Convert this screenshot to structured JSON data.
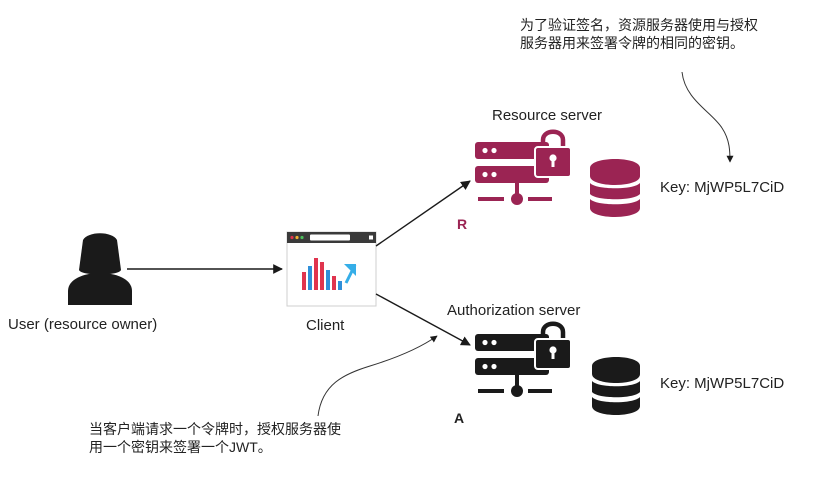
{
  "labels": {
    "user": "User (resource owner)",
    "client": "Client",
    "resource_server": "Resource server",
    "authorization_server": "Authorization server",
    "resource_tag": "R",
    "auth_tag": "A",
    "resource_key": "Key: MjWP5L7CiD",
    "auth_key": "Key: MjWP5L7CiD"
  },
  "annotations": {
    "top_note": "为了验证签名，资源服务器使用与授权\n服务器用来签署令牌的相同的密钥。",
    "bottom_note": "当客户端请求一个令牌时，授权服务器使\n用一个密钥来签署一个JWT。"
  },
  "colors": {
    "resource": "#9b2453",
    "authorization": "#1a1a1a",
    "user": "#1a1a1a",
    "chart_bar_red": "#e0344e",
    "chart_bar_blue": "#2f8fd9",
    "chart_arrow": "#35aee8"
  },
  "icons": {
    "user": "person-silhouette-icon",
    "client": "browser-window-icon",
    "server": "server-lock-icon",
    "database": "database-icon"
  }
}
